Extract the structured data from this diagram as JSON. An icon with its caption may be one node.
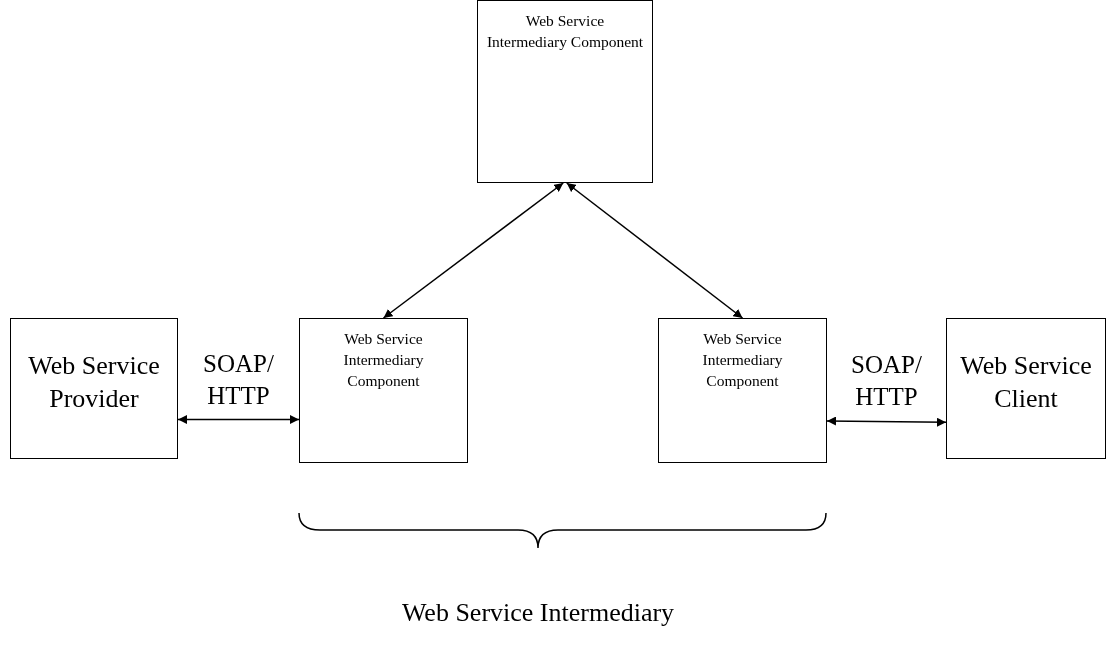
{
  "diagram": {
    "nodes": [
      {
        "text": [
          "Web Service Intermediary Component"
        ]
      },
      {
        "text": [
          "Web Service Provider"
        ]
      },
      {
        "text": [
          "Web Service Intermediary Component"
        ]
      },
      {
        "text": [
          "Web Service Intermediary Component"
        ]
      },
      {
        "text": [
          "Web Service Client"
        ]
      }
    ],
    "edges": [
      {
        "from": 0,
        "to": 2,
        "arrow": "both"
      },
      {
        "from": 0,
        "to": 3,
        "arrow": "both"
      },
      {
        "from": 1,
        "to": 2,
        "arrow": "both",
        "label": "SOAP/ HTTP"
      },
      {
        "from": 3,
        "to": 4,
        "arrow": "both",
        "label": "SOAP/ HTTP"
      }
    ],
    "labels": [
      "Web Service Intermediary"
    ]
  }
}
